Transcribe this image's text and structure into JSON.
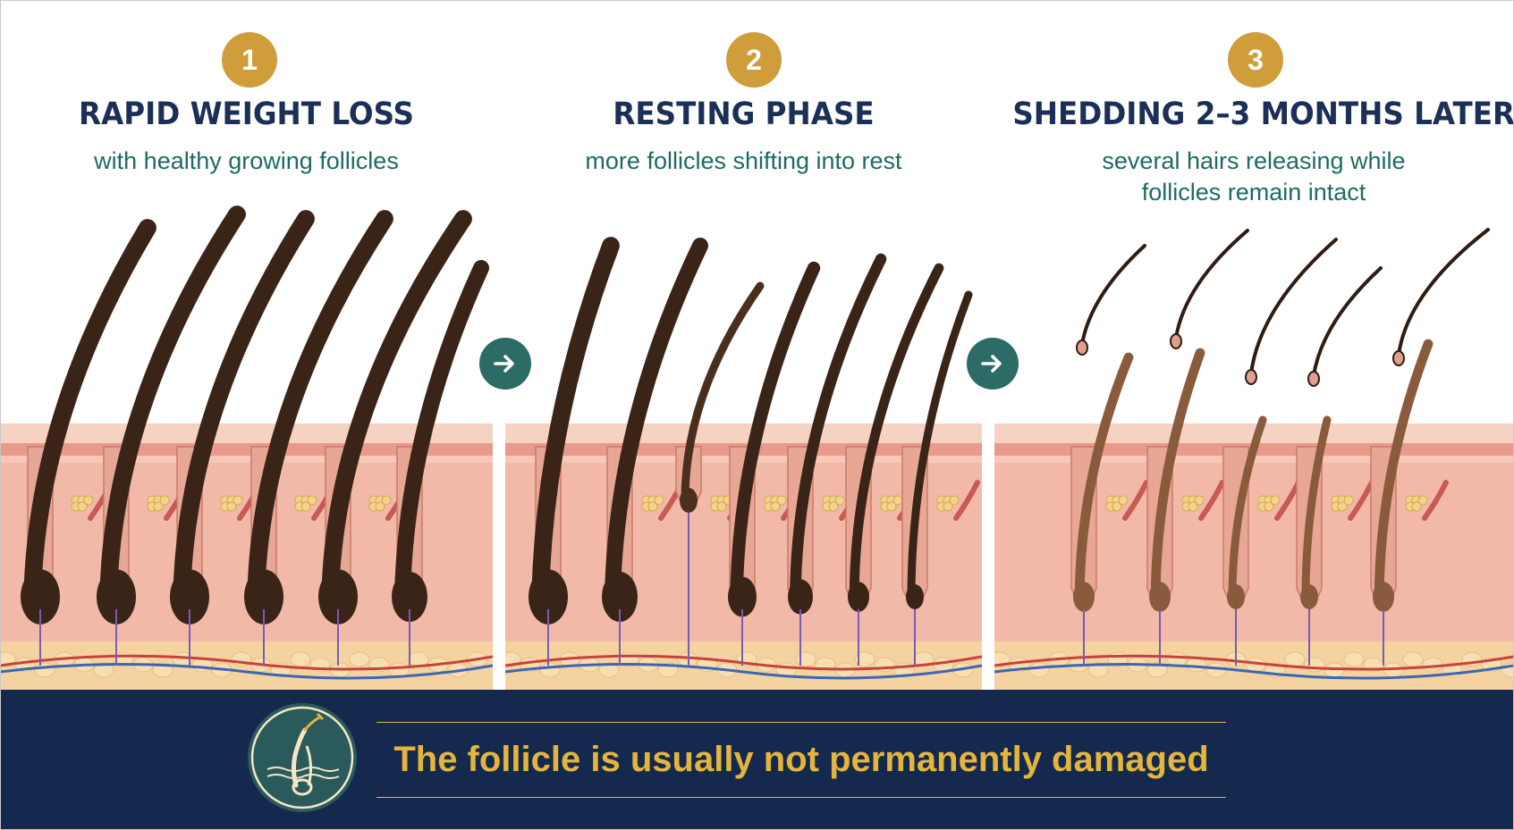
{
  "colors": {
    "badge_gold": "#cf9d3a",
    "title_navy": "#1c2f56",
    "subtitle_teal": "#1d6b63",
    "arrow_teal": "#2c6b66",
    "footer_navy": "#14294d",
    "footer_gold": "#e3b53c",
    "skin_pink": "#f0b3a3",
    "hair_dark": "#3a2418"
  },
  "steps": [
    {
      "number": "1",
      "title": "RAPID WEIGHT LOSS",
      "subtitle": "with healthy growing follicles"
    },
    {
      "number": "2",
      "title": "RESTING PHASE",
      "subtitle": "more follicles shifting into rest"
    },
    {
      "number": "3",
      "title": "SHEDDING 2–3 MONTHS LATER",
      "subtitle": "several hairs releasing while follicles remain intact"
    }
  ],
  "arrows": [
    {
      "icon": "arrow-right-icon",
      "glyph": "➜"
    },
    {
      "icon": "arrow-right-icon",
      "glyph": "➜"
    }
  ],
  "footer": {
    "message": "The follicle is usually not permanently damaged",
    "logo_icon": "hair-follicle-icon"
  }
}
